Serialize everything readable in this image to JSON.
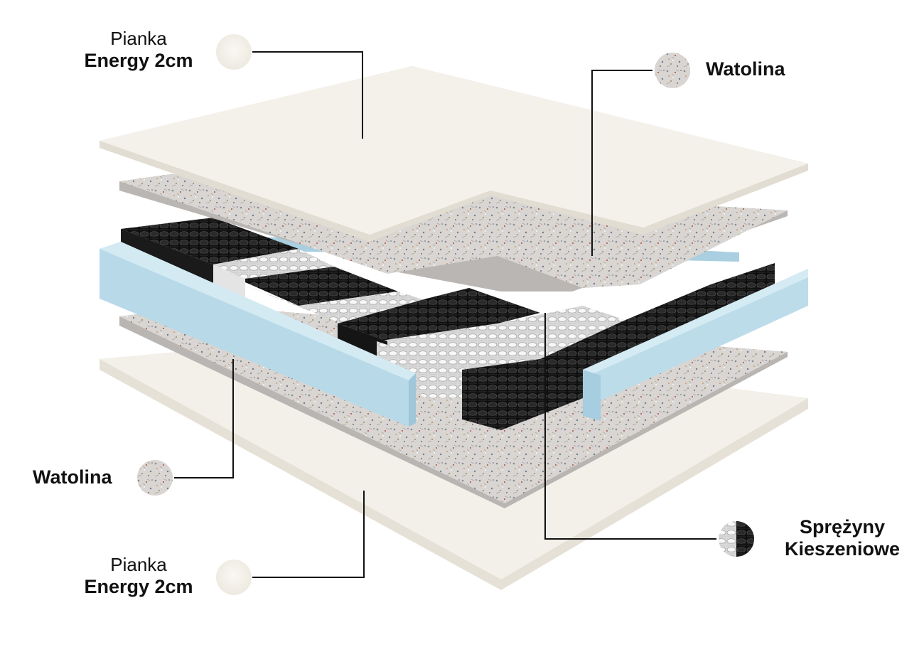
{
  "labels": {
    "top_foam": {
      "line1": "Pianka",
      "line2": "Energy 2cm"
    },
    "top_wadding": {
      "text": "Watolina"
    },
    "bottom_wadding": {
      "text": "Watolina"
    },
    "springs": {
      "line1": "Sprężyny",
      "line2": "Kieszeniowe"
    },
    "bottom_foam": {
      "line1": "Pianka",
      "line2": "Energy 2cm"
    }
  },
  "layers_top_to_bottom": [
    "top_foam",
    "top_wadding",
    "springs",
    "bottom_wadding",
    "bottom_foam"
  ],
  "colors": {
    "foam": "#f4f1ea",
    "foam_edge": "#e2ddd2",
    "wadding": "#d9d6d3",
    "frame": "#b9dbe9",
    "spring_white": "#f2f2f2",
    "spring_black": "#1b1b1b",
    "leader_line": "#111111"
  },
  "icons": {
    "top_foam": "foam-swatch-icon",
    "top_wadding": "wadding-swatch-icon",
    "springs": "pocket-spring-swatch-icon",
    "bottom_wadding": "wadding-swatch-icon",
    "bottom_foam": "foam-swatch-icon"
  }
}
